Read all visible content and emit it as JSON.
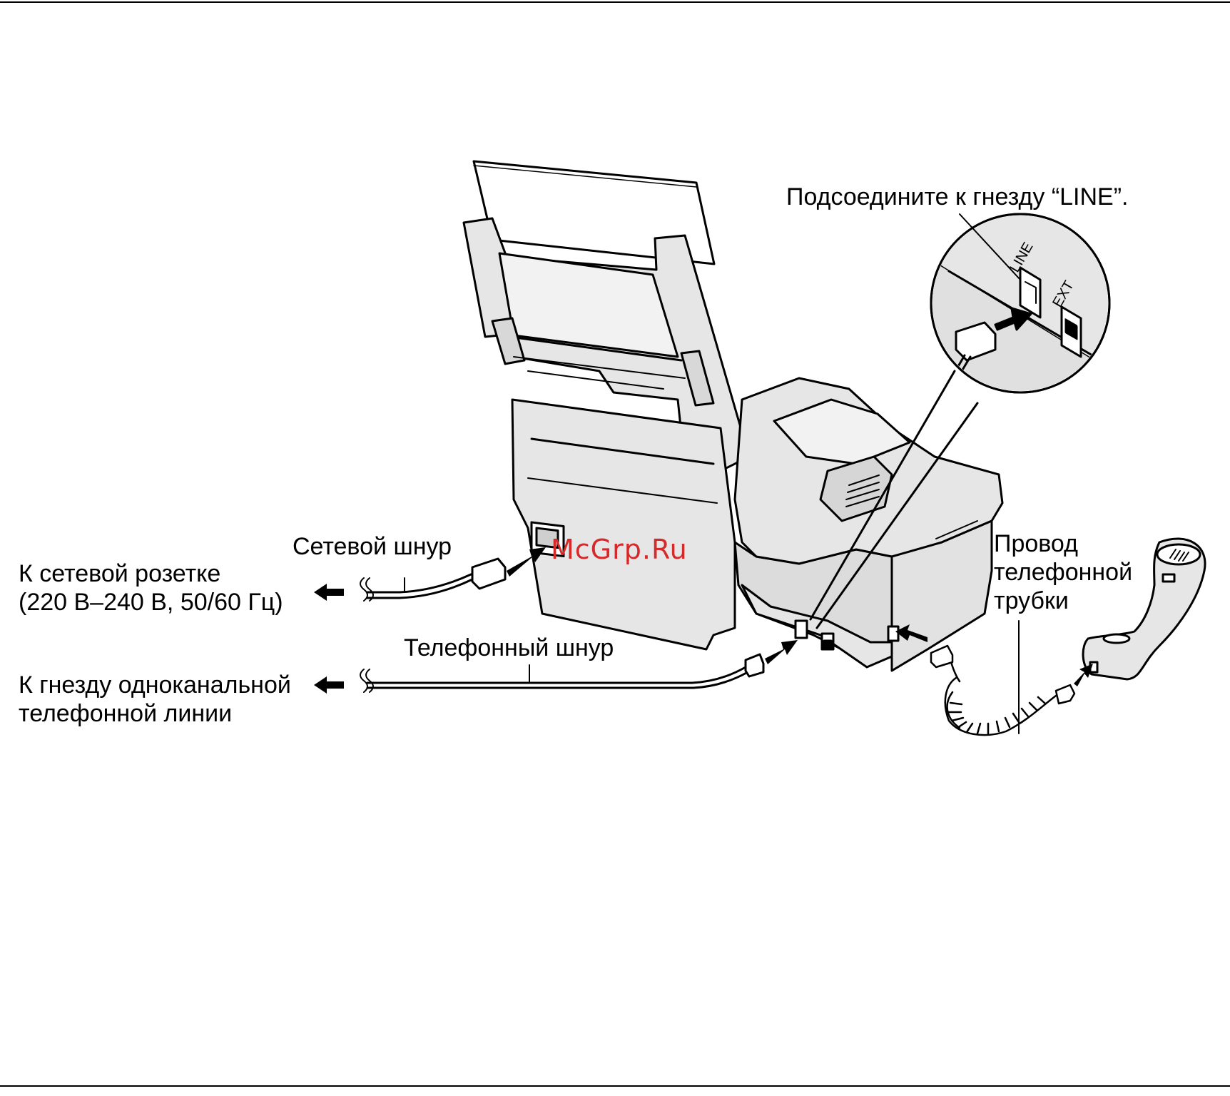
{
  "labels": {
    "connect_line": "Подсоедините к гнезду “LINE”.",
    "power_cord": "Сетевой шнур",
    "to_outlet_line1": "К сетевой розетке",
    "to_outlet_line2": "(220 В–240 В, 50/60 Гц)",
    "phone_cord": "Телефонный шнур",
    "to_jack_line1": "К гнезду одноканальной",
    "to_jack_line2": "телефонной линии",
    "handset_cord_line1": "Провод",
    "handset_cord_line2": "телефонной",
    "handset_cord_line3": "трубки"
  },
  "jack_labels": {
    "line": "LINE",
    "ext": "EXT"
  },
  "watermark": "McGrp.Ru",
  "colors": {
    "device_fill": "#e6e6e6",
    "device_shade": "#cfcfcf",
    "stroke": "#000000",
    "watermark": "#d62a2a"
  }
}
